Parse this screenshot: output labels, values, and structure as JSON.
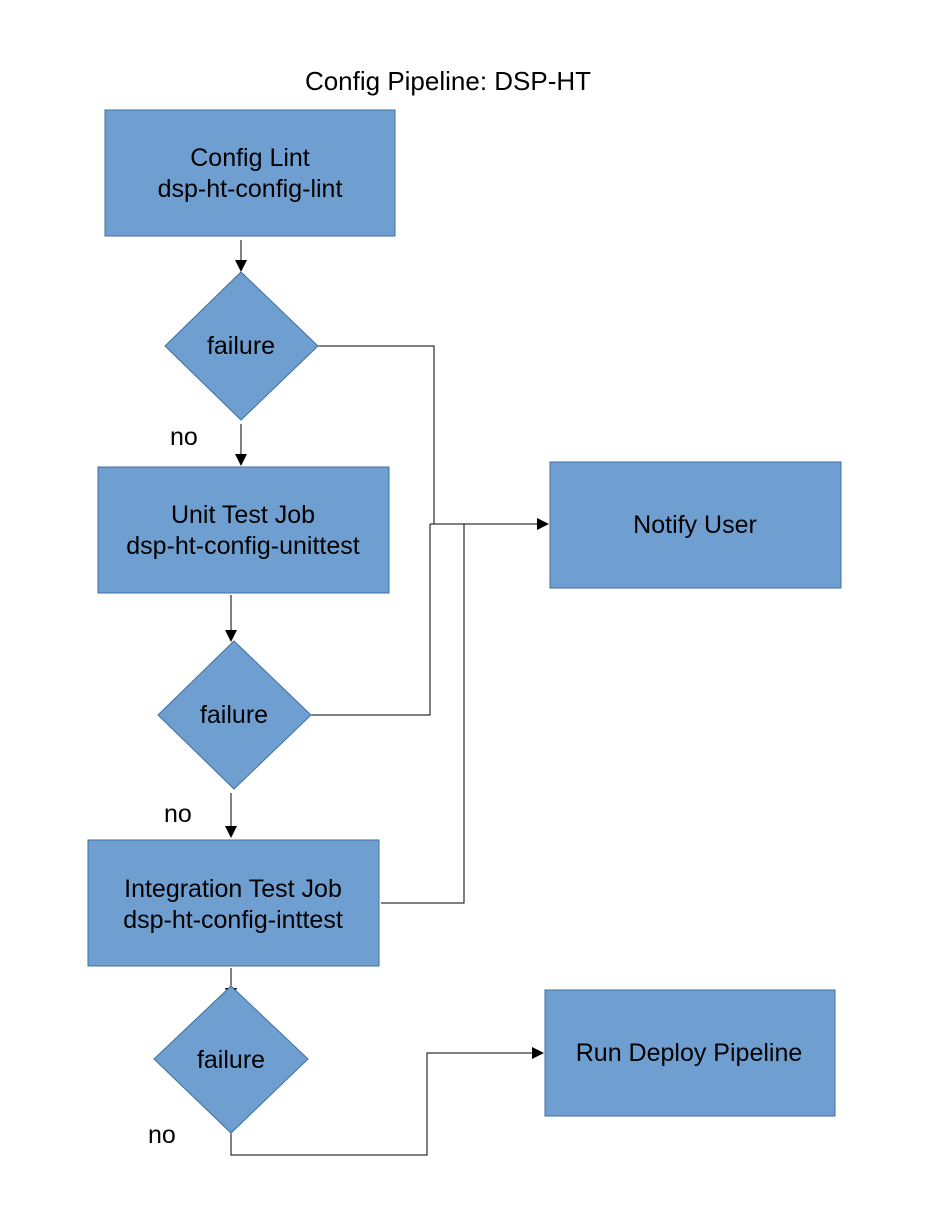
{
  "title": "Config Pipeline: DSP-HT",
  "nodes": {
    "config_lint": {
      "line1": "Config Lint",
      "line2": "dsp-ht-config-lint"
    },
    "decision_1": {
      "label": "failure"
    },
    "unit_test_job": {
      "line1": "Unit Test Job",
      "line2": "dsp-ht-config-unittest"
    },
    "decision_2": {
      "label": "failure"
    },
    "integration_test_job": {
      "line1": "Integration Test Job",
      "line2": "dsp-ht-config-inttest"
    },
    "decision_3": {
      "label": "failure"
    },
    "notify_user": {
      "label": "Notify User"
    },
    "run_deploy_pipeline": {
      "label": "Run Deploy Pipeline"
    }
  },
  "edge_labels": {
    "no_1": "no",
    "no_2": "no",
    "no_3": "no"
  },
  "colors": {
    "node_fill": "#6f9fd0",
    "node_stroke": "#3f6f9f",
    "connector": "#000000"
  }
}
